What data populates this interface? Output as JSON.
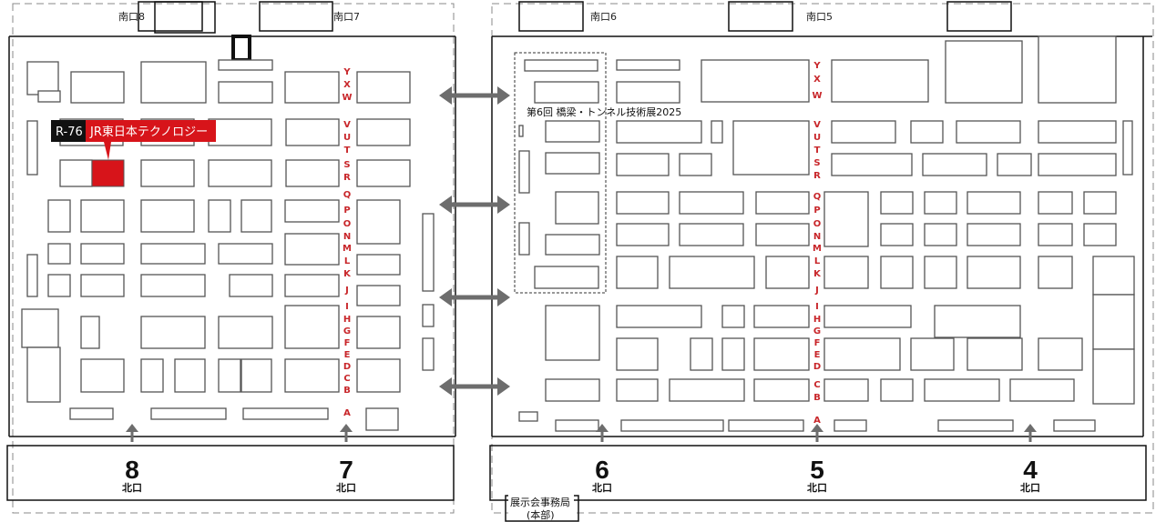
{
  "colors": {
    "accent": "#d7141a",
    "row_label": "#c8262a",
    "callout_id_bg": "#111111",
    "arrow": "#6d6d6d"
  },
  "south_gates": [
    "南口8",
    "南口7",
    "南口6",
    "南口5"
  ],
  "north_gates": {
    "numbers": [
      "8",
      "7",
      "6",
      "5",
      "4"
    ],
    "label": "北口"
  },
  "row_labels_left": [
    "Y",
    "X",
    "W",
    "V",
    "U",
    "T",
    "S",
    "R",
    "Q",
    "P",
    "O",
    "N",
    "M",
    "L",
    "K",
    "J",
    "I",
    "H",
    "G",
    "F",
    "E",
    "D",
    "C",
    "B",
    "A"
  ],
  "row_labels_right": [
    "Y",
    "X",
    "W",
    "V",
    "U",
    "T",
    "S",
    "R",
    "Q",
    "P",
    "O",
    "N",
    "M",
    "L",
    "K",
    "J",
    "I",
    "H",
    "G",
    "F",
    "E",
    "D",
    "C",
    "B",
    "A"
  ],
  "highlight": {
    "booth_id": "R-76",
    "exhibitor": "JR東日本テクノロジー"
  },
  "zone_label": "第6回 橋梁・トンネル技術展2025",
  "office": {
    "line1": "展示会事務局",
    "line2": "(本部)"
  }
}
